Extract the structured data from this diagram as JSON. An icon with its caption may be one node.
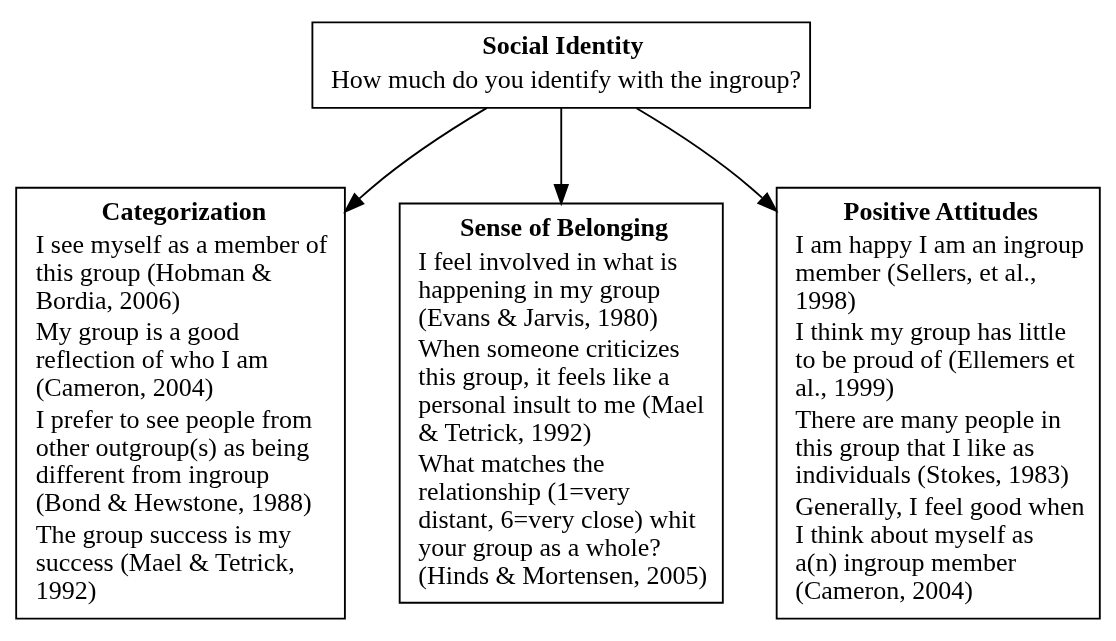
{
  "diagram": {
    "nodes": [
      {
        "text": [
          "Social Identity",
          "How much do you identify with the ingroup?"
        ]
      },
      {
        "text": [
          "Categorization",
          "I see myself as a member of this group (Hobman & Bordia, 2006)",
          "My group is a good reflection of who I am (Cameron, 2004)",
          "I prefer to see people from other outgroup(s) as being different from ingroup (Bond & Hewstone, 1988)",
          "The group success is my success (Mael & Tetrick, 1992)"
        ]
      },
      {
        "text": [
          "Sense of Belonging",
          "I feel involved in what is happening in my group (Evans & Jarvis, 1980)",
          "When someone criticizes this group, it feels like a personal insult to me (Mael & Tetrick, 1992)",
          "What matches the relationship (1=very distant, 6=very close) whit your group as a whole? (Hinds & Mortensen, 2005)"
        ]
      },
      {
        "text": [
          "Positive Attitudes",
          "I am happy I am an ingroup member (Sellers, et al., 1998)",
          "I think my group has little to be proud of (Ellemers et al., 1999)",
          "There are many people in this group that I like as individuals (Stokes, 1983)",
          "Generally, I feel good when I think about myself as a(n) ingroup member (Cameron, 2004)"
        ]
      }
    ],
    "edges": [
      {
        "from": 0,
        "to": 1,
        "arrow": "to"
      },
      {
        "from": 0,
        "to": 2,
        "arrow": "to"
      },
      {
        "from": 0,
        "to": 3,
        "arrow": "to"
      }
    ]
  }
}
